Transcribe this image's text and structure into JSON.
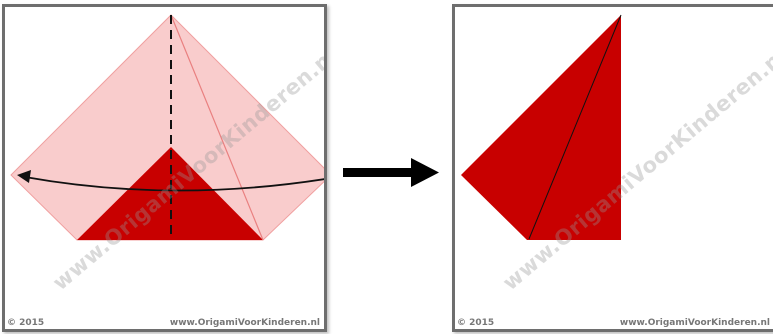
{
  "panels": [
    {
      "watermark": "www.OrigamiVoorKinderen.nl",
      "copyright": "© 2015",
      "website": "www.OrigamiVoorKinderen.nl"
    },
    {
      "watermark": "www.OrigamiVoorKinderen.nl",
      "copyright": "© 2015",
      "website": "www.OrigamiVoorKinderen.nl"
    }
  ],
  "colors": {
    "paper_back": "#f9cccc",
    "paper_back_edge": "#f0a0a0",
    "paper_front": "#c80000",
    "crease_line": "#111111",
    "fold_arrow": "#111111",
    "frame": "#6e6e6e"
  },
  "icons": {
    "fold_arrow": "curved-left-arrow-icon",
    "step_arrow": "right-arrow-icon"
  }
}
